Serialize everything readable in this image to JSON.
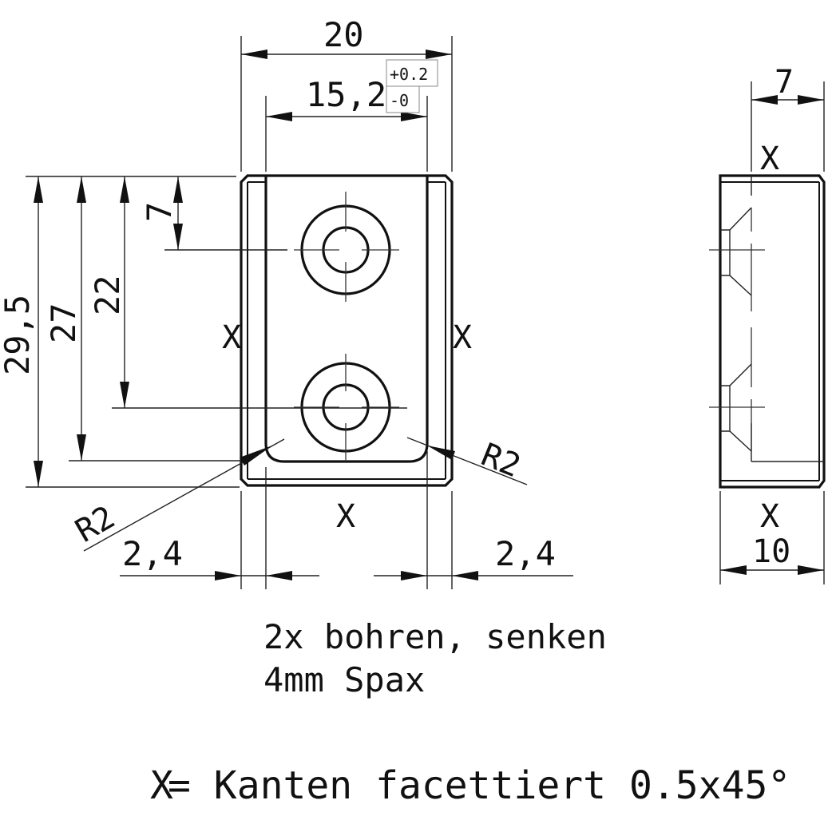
{
  "drawing": {
    "type": "technical-drawing",
    "front_view": {
      "dimensions": {
        "width_overall": "20",
        "inner_width": "15,2",
        "inner_width_tol_upper": "+0.2",
        "inner_width_tol_lower": "-0",
        "height_overall": "29,5",
        "height_inner": "27",
        "hole2_from_top": "22",
        "hole1_from_top": "7",
        "wall_left": "2,4",
        "wall_right": "2,4",
        "radius_left": "R2",
        "radius_right": "R2"
      },
      "chamfer_marks": [
        "X",
        "X",
        "X"
      ]
    },
    "side_view": {
      "dimensions": {
        "depth_top": "7",
        "depth_bottom": "10"
      },
      "chamfer_marks": [
        "X",
        "X"
      ]
    },
    "notes": {
      "line1": "2x bohren, senken",
      "line2": "4mm Spax",
      "legend_symbol": "X",
      "legend_text": "= Kanten facettiert 0.5x45°"
    },
    "colors": {
      "line": "#111111",
      "background": "#ffffff",
      "tolerance_box": "#888888"
    }
  }
}
